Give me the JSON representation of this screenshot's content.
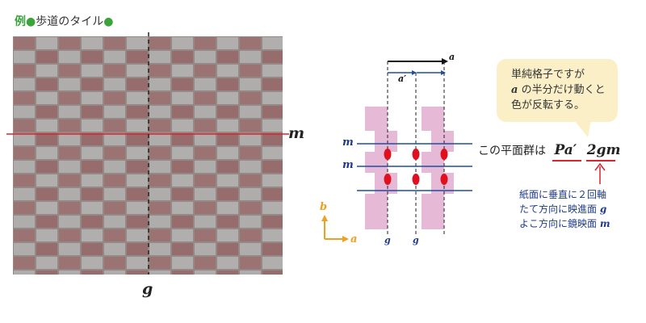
{
  "heading": {
    "example": "例",
    "bullet": "●",
    "title": "歩道のタイル",
    "bullet_end": "●"
  },
  "photo": {
    "mirror_label": "m",
    "glide_label": "g"
  },
  "diagram": {
    "vector_a": "a",
    "half_a": "a′",
    "mirror_labels": [
      "m",
      "m"
    ],
    "glide_labels": [
      "g",
      "g"
    ],
    "axis_b": "b",
    "axis_a": "a"
  },
  "bubble": {
    "line1": "単純格子ですが",
    "line2_var": "a",
    "line2_text": " の半分だけ動くと",
    "line3": "色が反転する。"
  },
  "formula": {
    "prefix": "この平面群は",
    "symbol1": "Pa′",
    "symbol2": "2gm"
  },
  "annotation": {
    "line1": "紙面に垂直に２回軸",
    "line2_text": "たて方向に映進面 ",
    "line2_var": "g",
    "line3_text": "よこ方向に鏡映面 ",
    "line3_var": "m"
  },
  "colors": {
    "mirror": "#d9232d",
    "blue": "#1f4fa0",
    "pink": "#e6b9d6",
    "orange": "#f0a020",
    "bubble": "#fbefc8",
    "annot": "#1f3b8a"
  }
}
